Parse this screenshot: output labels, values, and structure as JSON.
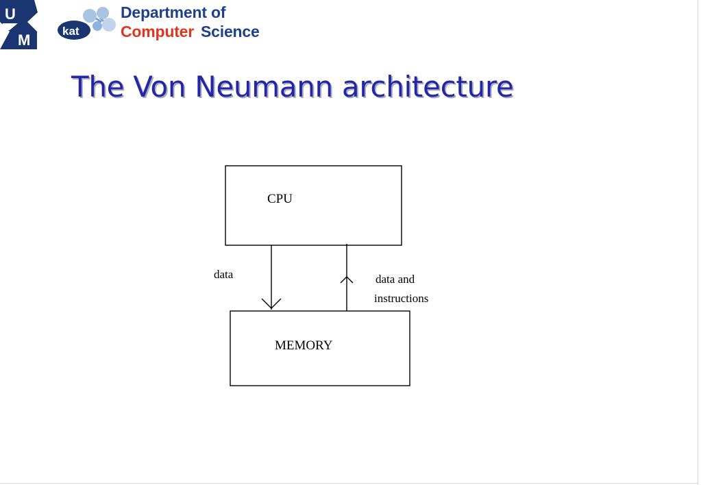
{
  "header": {
    "um_logo_letters": [
      "U",
      "M"
    ],
    "kat_logo_text": "kat",
    "dept_line1": "Department of",
    "dept_computer": "Computer",
    "dept_science": "Science"
  },
  "slide": {
    "title": "The Von Neumann architecture"
  },
  "diagram": {
    "cpu_label": "CPU",
    "memory_label": "MEMORY",
    "down_arrow_label": "data",
    "up_arrow_label_line1": "data and",
    "up_arrow_label_line2": "instructions"
  },
  "colors": {
    "title": "#2226a8",
    "dept_blue": "#1e3f8a",
    "dept_red": "#e0341e",
    "um_navy": "#1a3570",
    "kat_light_blue": "#a9c3e3"
  }
}
